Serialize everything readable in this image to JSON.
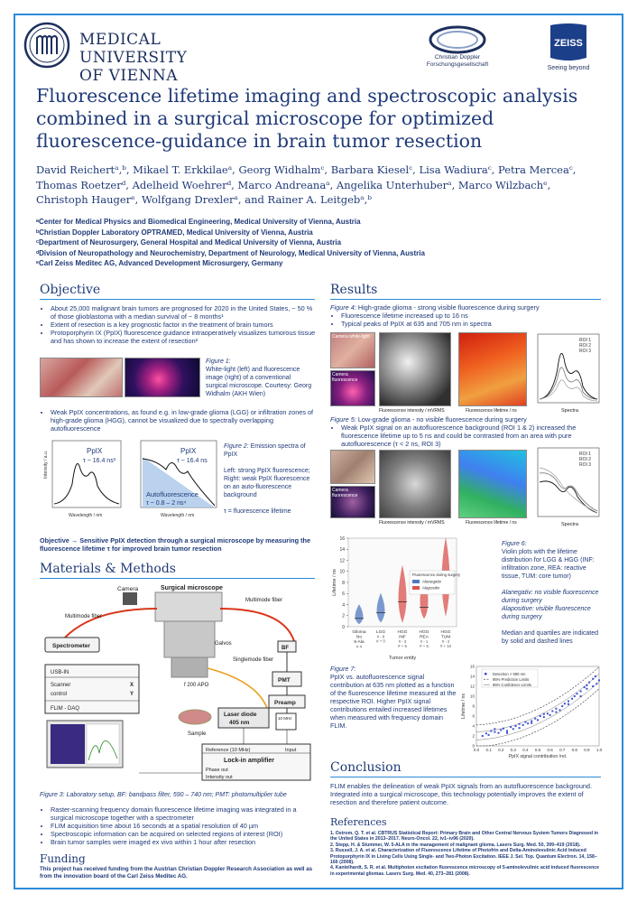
{
  "logos": {
    "mu_line1": "MEDICAL UNIVERSITY",
    "mu_line2": "OF VIENNA",
    "cdg_line1": "Christian Doppler",
    "cdg_line2": "Forschungsgesellschaft",
    "zeiss_mark": "ZEISS",
    "zeiss_tagline": "Seeing beyond"
  },
  "title": "Fluorescence lifetime imaging and spectroscopic analysis combined in a surgical microscope for optimized fluorescence-guidance in brain tumor resection",
  "authors": "David Reichertᵃ,ᵇ, Mikael T. Erkkilaeᵃ, Georg Widhalmᶜ, Barbara Kieselᶜ, Lisa Wadiuraᶜ, Petra Merceaᶜ, Thomas Roetzerᵈ, Adelheid Woehrerᵈ, Marco Andreanaᵃ, Angelika Unterhuberᵃ, Marco Wilzbachᵉ, Christoph Haugerᵉ, Wolfgang Drexlerᵃ, and Rainer A. Leitgebᵃ,ᵇ",
  "affiliations": [
    "ᵃCenter for Medical Physics and Biomedical Engineering, Medical University of Vienna, Austria",
    "ᵇChristian Doppler Laboratory OPTRAMED, Medical University of Vienna, Austria",
    "ᶜDepartment of Neurosurgery, General Hospital and Medical University of Vienna, Austria",
    "ᵈDivision of Neuropathology and Neurochemistry, Department of Neurology, Medical University of Vienna, Austria",
    "ᵉCarl Zeiss Meditec AG, Advanced Development Microsurgery, Germany"
  ],
  "objective": {
    "heading": "Objective",
    "bullets": [
      "About 25,000 malignant brain tumors are prognosed for 2020 in the United States, ~ 50 % of those glioblastoma with a median survival of ~ 8 months¹",
      "Extent of resection is a key prognostic factor in the treatment of brain tumors",
      "Protoporphyrin IX (PpIX) fluorescence guidance intraoperatively visualizes tumorous tissue and has shown to increase the extent of resection²"
    ],
    "fig1_label": "Figure 1:",
    "fig1_text": "White-light (left) and fluorescence image (right) of a conventional surgical microscope. Courtesy: Georg Widhalm (AKH Wien)",
    "bullet2": "Weak PpIX concentrations, as found e.g. in low-grade glioma (LGG) or infiltration zones of high-grade glioma (HGG), cannot be visualized due to spectrally overlapping autofluorescence",
    "fig2_label": "Figure 2:",
    "fig2_title": "Emission spectra of PpIX",
    "fig2_left": "Left: strong PpIX fluorescence; Right: weak PpIX fluorescence on an auto-fluorescence background",
    "fig2_tau": "τ = fluorescence lifetime",
    "spec_left_label": "PpIX",
    "spec_left_tau": "τ ~ 16.4 ns³",
    "spec_right_label": "PpIX",
    "spec_right_tau": "τ ~ 16.4 ns",
    "spec_auto_label": "Autofluorescence",
    "spec_auto_tau": "τ ~ 0.8 – 2 ns⁴",
    "spec_xlabel": "Wavelength / nm",
    "spec_ylabel": "Intensity / a.u.",
    "summary": "Objective → Sensitive PpIX detection through a surgical microscope by measuring the fluorescence lifetime τ for improved brain tumor resection"
  },
  "methods": {
    "heading": "Materials & Methods",
    "labels": {
      "camera": "Camera",
      "surgical_microscope": "Surgical microscope",
      "multimode_fiber_left": "Multimode fiber",
      "multimode_fiber_right": "Multimode fiber",
      "spectrometer": "Spectrometer",
      "galvos": "Galvos",
      "singlemode_fiber": "Singlemode fiber",
      "bf": "BF",
      "pmt": "PMT",
      "preamp": "Preamp",
      "usb_in": "USB-IN",
      "scanner": "Scanner",
      "control": "control",
      "x": "X",
      "y": "Y",
      "flim_daq": "FLIM - DAQ",
      "apo": "f 200 APO",
      "sample": "Sample",
      "laser1": "Laser diode",
      "laser2": "405 nm",
      "mhz": "10 MHz",
      "reference": "Reference (10 MHz)",
      "input": "Input",
      "lockin": "Lock-in amplifier",
      "phase_out": "Phase out",
      "intensity_out": "Intensity out"
    },
    "fig3_caption": "Figure 3: Laboratory setup, BF: bandpass filter, 590 – 740 nm; PMT: photomultiplier tube",
    "bullets": [
      "Raster-scanning frequency domain fluorescence lifetime imaging was integrated in a surgical microscope together with a spectrometer",
      "FLIM acquisition time about 16 seconds at a spatial resolution of 40 µm",
      "Spectroscopic information can be acquired on selected regions of interest (ROI)",
      "Brain tumor samples were imaged ex vivo within 1 hour after resection"
    ]
  },
  "funding": {
    "heading": "Funding",
    "text": "This project has received funding from the Austrian Christian Doppler Research Association as well as from the innovation board of the Carl Zeiss Meditec AG."
  },
  "results": {
    "heading": "Results",
    "fig4_label": "Figure 4:",
    "fig4_title": "High-grade glioma - strong visible fluorescence during surgery",
    "fig4_bullets": [
      "Fluorescence lifetime increased up to 16 ns",
      "Typical peaks of PpIX at 635 and 705 nm in spectra"
    ],
    "img_camera_white": "Camera white-light",
    "img_camera_fluo": "Camera fluorescence",
    "img_fi": "Fluorescence intensity / mVRMS",
    "img_fl": "Fluorescence lifetime / ns",
    "img_spectra": "Spectra",
    "roi1": "ROI 1",
    "roi2": "ROI 2",
    "roi3": "ROI 3",
    "fig5_label": "Figure 5:",
    "fig5_title": "Low-grade glioma - no visible fluorescence during surgery",
    "fig5_bullet": "Weak PpIX signal on an autofluorescence background (ROI 1 & 2) increased the fluorescence lifetime up to 5 ns and could be contrasted from an area with pure autofluorescence (τ < 2 ns, ROI 3)",
    "fig6_label": "Figure 6:",
    "fig6_text": "Violin plots with the lifetime distribution for LGG & HGG (INF: infiltration zone, REA: reactive tissue, TUM: core tumor)",
    "fig6_alanegativ": "Alanegativ: no visible fluorescence during surgery",
    "fig6_alapositive": "Alapositive: visible fluorescence during surgery",
    "fig6_median": "Median and quartiles are indicated by solid and dashed lines",
    "fig7_label": "Figure 7:",
    "fig7_text": "PpIX vs. autofluorescence signal contribution at 635 nm plotted as a function of the fluorescence lifetime measured at the respective ROI. Higher PpIX signal contributions entailed increased lifetimes when measured with frequency domain FLIM."
  },
  "conclusion": {
    "heading": "Conclusion",
    "text": "FLIM enables the delineation of weak PpIX signals from an autofluorescence background. Integrated into a surgical microscope, this technology potentially improves the extent of resection and therefore patient outcome."
  },
  "references": {
    "heading": "References",
    "items": [
      "1. Ostrom, Q. T. et al. CBTRUS Statistical Report: Primary Brain and Other Central Nervous System Tumors Diagnosed in the United States in 2013–2017. Neuro-Oncol. 22, iv1–iv96 (2020).",
      "2. Stepp, H. & Stummer, W. 5-ALA in the management of malignant glioma. Lasers Surg. Med. 50, 399–419 (2018).",
      "3. Russell, J. A. et al. Characterization of Fluorescence Lifetime of Photofrin and Delta-Aminolevulinic Acid Induced Protoporphyrin IX in Living Cells Using Single- and Two-Photon Excitation. IEEE J. Sel. Top. Quantum Electron. 14, 158–166 (2008).",
      "4. Kantelhardt, S. R. et al. Multiphoton excitation fluorescence microscopy of 5-aminolevulinic acid induced fluorescence in experimental gliomas. Lasers Surg. Med. 40, 273–281 (2008)."
    ]
  },
  "chart_data": [
    {
      "type": "violin",
      "xlabel": "Tumor entity",
      "ylabel": "Lifetime / ns",
      "ylim": [
        0,
        16
      ],
      "yticks": [
        0,
        2,
        4,
        6,
        8,
        10,
        12,
        14,
        16
      ],
      "legend_title": "Fluorescence during surgery",
      "series": [
        {
          "name": "Alanegativ",
          "color": "#4e79c0"
        },
        {
          "name": "Alapositiv",
          "color": "#d9534f"
        }
      ],
      "categories": [
        {
          "name": "Glioma No 5-Ala",
          "n1": "# 4",
          "n2": "",
          "median": 1.5,
          "min": 0.5,
          "max": 4,
          "series": 0
        },
        {
          "name": "LGG",
          "n1": "# - 9",
          "n2": "# + 0",
          "median": 2.5,
          "min": 0.8,
          "max": 6,
          "series": 0
        },
        {
          "name": "HGG INF",
          "n1": "# - 3",
          "n2": "# + 5",
          "median": 4.5,
          "min": 0.8,
          "max": 11,
          "series": 1
        },
        {
          "name": "HGG REA",
          "n1": "# - 1",
          "n2": "# + 5",
          "median": 3.5,
          "min": 1.5,
          "max": 10,
          "series": 1
        },
        {
          "name": "HGG TUM",
          "n1": "# - 2",
          "n2": "# + 10",
          "median": 8,
          "min": 2,
          "max": 16,
          "series": 1
        }
      ]
    },
    {
      "type": "scatter",
      "xlabel": "PpIX signal contribution /rel.",
      "ylabel": "Lifetime / ns",
      "xlim": [
        0.0,
        1.0
      ],
      "ylim": [
        0,
        16
      ],
      "xticks": [
        0.0,
        0.1,
        0.2,
        0.3,
        0.4,
        0.5,
        0.6,
        0.7,
        0.8,
        0.9,
        1.0
      ],
      "yticks": [
        0,
        2,
        4,
        6,
        8,
        10,
        12,
        14,
        16
      ],
      "legend": [
        "Detection > 590 nm",
        "95% Prediction Limits",
        "95% Confidence Limits"
      ],
      "points": [
        [
          0.05,
          2.0
        ],
        [
          0.08,
          2.5
        ],
        [
          0.1,
          2.2
        ],
        [
          0.12,
          3.0
        ],
        [
          0.15,
          2.8
        ],
        [
          0.18,
          2.6
        ],
        [
          0.2,
          3.2
        ],
        [
          0.22,
          3.5
        ],
        [
          0.25,
          3.0
        ],
        [
          0.28,
          3.8
        ],
        [
          0.3,
          3.4
        ],
        [
          0.32,
          4.0
        ],
        [
          0.35,
          3.6
        ],
        [
          0.38,
          4.2
        ],
        [
          0.4,
          4.8
        ],
        [
          0.42,
          4.5
        ],
        [
          0.45,
          5.0
        ],
        [
          0.48,
          5.5
        ],
        [
          0.5,
          5.2
        ],
        [
          0.52,
          6.0
        ],
        [
          0.55,
          5.8
        ],
        [
          0.58,
          6.5
        ],
        [
          0.6,
          6.2
        ],
        [
          0.62,
          7.0
        ],
        [
          0.65,
          7.5
        ],
        [
          0.68,
          7.2
        ],
        [
          0.7,
          8.0
        ],
        [
          0.72,
          8.5
        ],
        [
          0.75,
          9.0
        ],
        [
          0.78,
          9.5
        ],
        [
          0.8,
          10.0
        ],
        [
          0.82,
          10.5
        ],
        [
          0.85,
          11.0
        ],
        [
          0.88,
          11.8
        ],
        [
          0.9,
          12.2
        ],
        [
          0.92,
          12.8
        ],
        [
          0.95,
          13.5
        ],
        [
          0.97,
          14.0
        ],
        [
          0.98,
          12.5
        ],
        [
          1.0,
          13.2
        ],
        [
          0.15,
          3.4
        ],
        [
          0.35,
          4.4
        ],
        [
          0.55,
          6.4
        ],
        [
          0.75,
          8.4
        ],
        [
          0.95,
          12.0
        ],
        [
          0.65,
          6.8
        ],
        [
          0.45,
          4.6
        ],
        [
          0.25,
          2.6
        ],
        [
          0.85,
          10.0
        ],
        [
          0.9,
          11.5
        ]
      ]
    }
  ]
}
